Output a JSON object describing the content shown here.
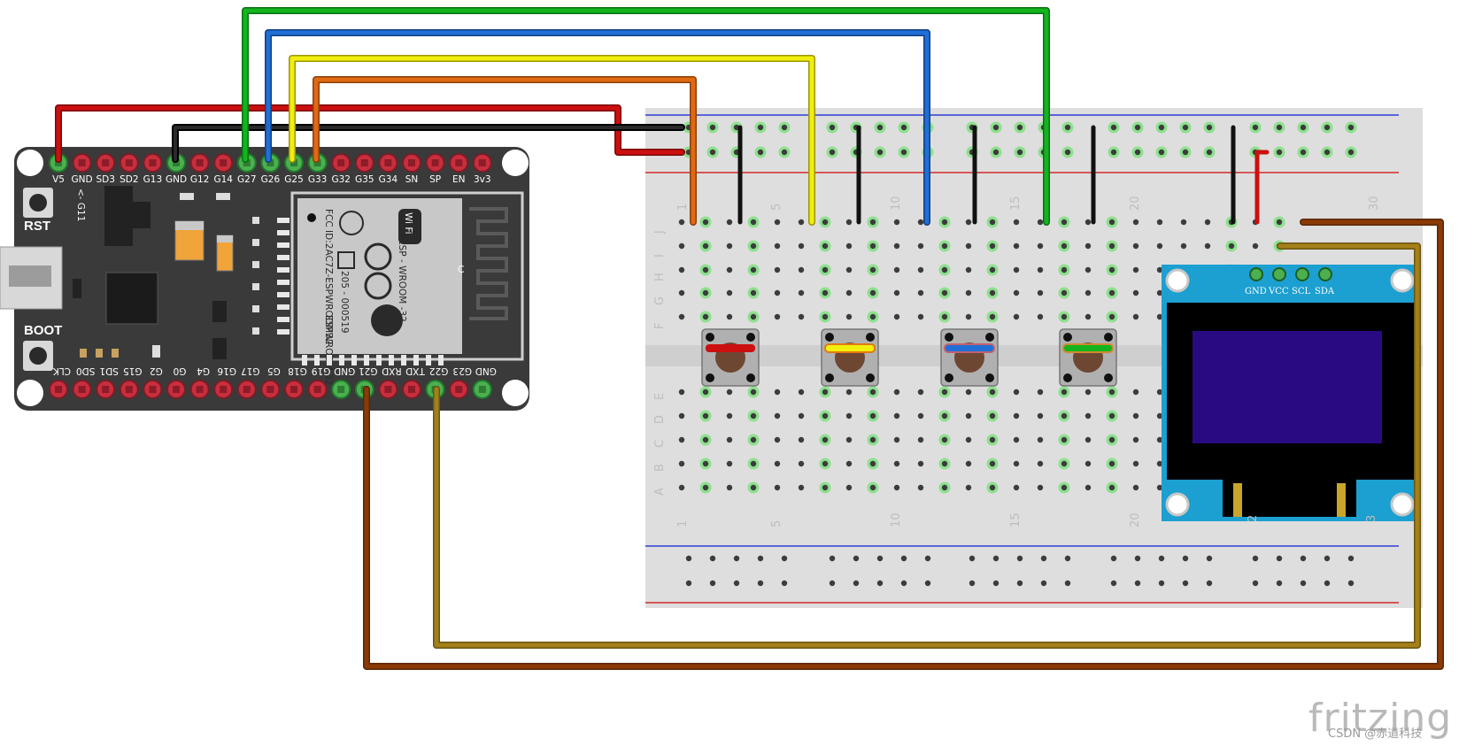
{
  "colors": {
    "board": "#3a3a3a",
    "header_red": "#c82e3d",
    "header_green": "#4caf50",
    "wire_red": "#cc0f10",
    "wire_black": "#111111",
    "wire_green": "#12b51e",
    "wire_blue": "#1f6fd6",
    "wire_yellow": "#f2ee0d",
    "wire_orange": "#e06a12",
    "wire_brown": "#8a3a06",
    "wire_olive": "#a4801a",
    "oled_pcb": "#1c9fd1",
    "oled_screen": "#2a0a82"
  },
  "esp32": {
    "top_pins": [
      "V5",
      "GND",
      "SD3",
      "SD2",
      "G13",
      "GND",
      "G12",
      "G14",
      "G27",
      "G26",
      "G25",
      "G33",
      "G32",
      "G35",
      "G34",
      "SN",
      "SP",
      "EN",
      "3v3"
    ],
    "bottom_pins": [
      "CLK",
      "SD0",
      "SD1",
      "G15",
      "G2",
      "G0",
      "G4",
      "G16",
      "G17",
      "G5",
      "G18",
      "G19",
      "GND",
      "G21",
      "RXD",
      "TXD",
      "G22",
      "G23",
      "GND"
    ],
    "side_label": "<- G11",
    "rst_label": "RST",
    "boot_label": "BOOT",
    "module_lines": [
      "FCC ID:2AC7Z-ESPWROOM32",
      "205 - 000519",
      "ESP - WROOM -32",
      "ESPWROOM 32"
    ],
    "module_logo_text": "Wi Fi",
    "antenna_mark": "C"
  },
  "breadboard": {
    "column_numbers": [
      "1",
      "5",
      "10",
      "15",
      "20",
      "30"
    ],
    "bottom_numbers": [
      "1",
      "5",
      "10",
      "15",
      "20",
      "2",
      "3"
    ],
    "row_letters_top": [
      "J",
      "I",
      "H",
      "G",
      "F"
    ],
    "row_letters_bottom": [
      "E",
      "D",
      "C",
      "B",
      "A"
    ]
  },
  "oled": {
    "pins": [
      "GND",
      "VCC",
      "SCL",
      "SDA"
    ]
  },
  "watermarks": {
    "fritzing": "fritzing",
    "csdn": "CSDN @赤道科技"
  }
}
